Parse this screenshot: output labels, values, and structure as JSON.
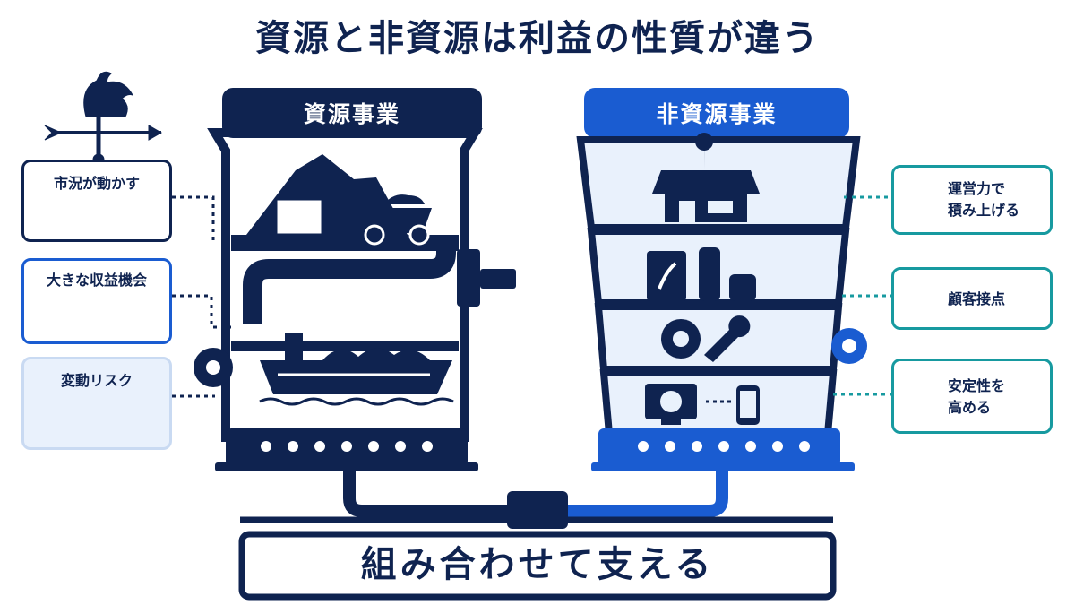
{
  "title": "資源と非資源は利益の性質が違う",
  "resource": {
    "title": "資源事業",
    "notes": [
      {
        "label": "市況が動かす",
        "icon": "sun-cloud-icon"
      },
      {
        "label": "大きな収益機会",
        "icon": "cargo-ship-icon"
      },
      {
        "label": "変動リスク",
        "icon": "storm-cloud-icon"
      }
    ],
    "tiers": [
      "mine-truck",
      "pipeline",
      "ore-carrier-ship"
    ]
  },
  "nonresource": {
    "title": "非資源事業",
    "notes": [
      {
        "label_line1": "運営力で",
        "label_line2": "積み上げる",
        "icon": "gear-icon"
      },
      {
        "label_line1": "顧客接点",
        "label_line2": "",
        "icon": "people-icon"
      },
      {
        "label_line1": "安定性を",
        "label_line2": "高める",
        "icon": "shield-check-icon"
      }
    ],
    "tiers": [
      "store",
      "consumer-products",
      "gear-wrench",
      "computer-phone"
    ]
  },
  "bottom": {
    "label": "組み合わせて支える"
  },
  "colors": {
    "navy": "#0f2350",
    "blue": "#1a5cd1",
    "teal": "#179aa0",
    "light_blue": "#e9f1fc"
  }
}
